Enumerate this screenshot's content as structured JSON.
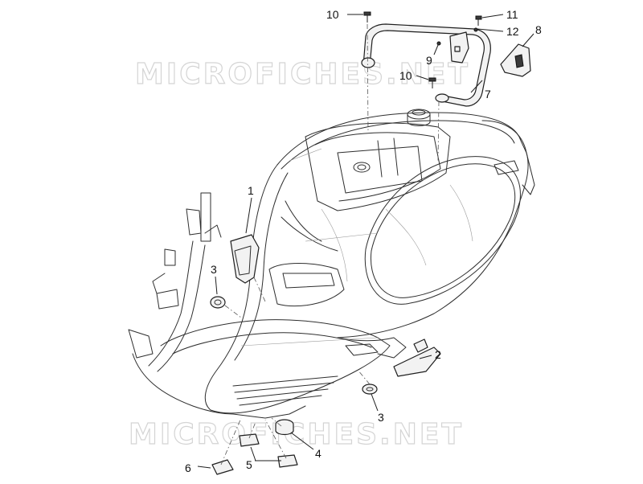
{
  "watermark": {
    "text": "MICROFICHES.NET"
  },
  "callouts": [
    {
      "id": "c1",
      "label": "1"
    },
    {
      "id": "c2",
      "label": "2"
    },
    {
      "id": "c3a",
      "label": "3"
    },
    {
      "id": "c3b",
      "label": "3"
    },
    {
      "id": "c4",
      "label": "4"
    },
    {
      "id": "c5",
      "label": "5"
    },
    {
      "id": "c6",
      "label": "6"
    },
    {
      "id": "c7",
      "label": "7"
    },
    {
      "id": "c8",
      "label": "8"
    },
    {
      "id": "c9",
      "label": "9"
    },
    {
      "id": "c10a",
      "label": "10"
    },
    {
      "id": "c10b",
      "label": "10"
    },
    {
      "id": "c11",
      "label": "11"
    },
    {
      "id": "c12",
      "label": "12"
    }
  ]
}
